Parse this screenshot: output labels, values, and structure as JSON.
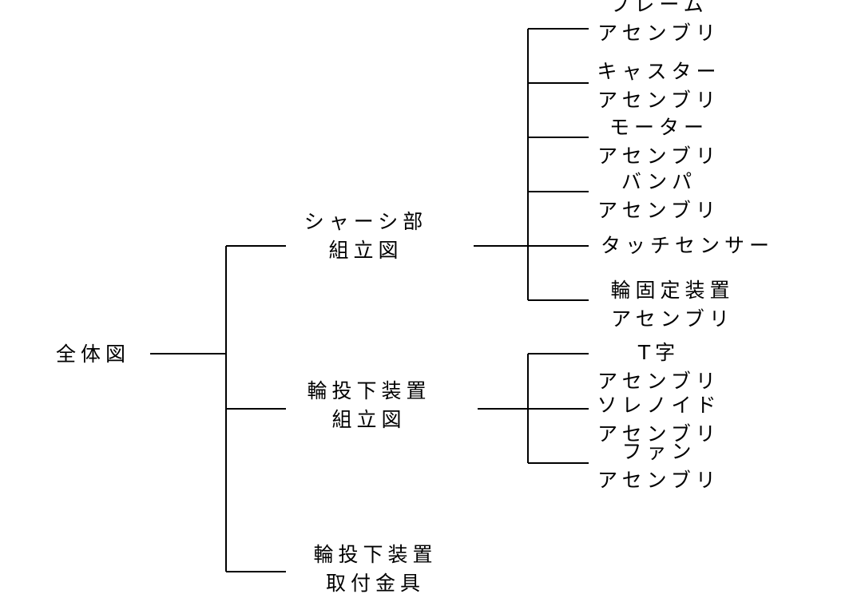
{
  "tree": {
    "root": "全体図",
    "chassis": {
      "line1": "シャーシ部",
      "line2": "組立図"
    },
    "wheel_drop": {
      "line1": "輪投下装置",
      "line2": "組立図"
    },
    "bracket": {
      "line1": "輪投下装置",
      "line2": "取付金具"
    },
    "chassis_children": [
      {
        "line1": "フレーム",
        "line2": "アセンブリ"
      },
      {
        "line1": "キャスター",
        "line2": "アセンブリ"
      },
      {
        "line1": "モーター",
        "line2": "アセンブリ"
      },
      {
        "line1": "バンパ",
        "line2": "アセンブリ"
      },
      {
        "line1": "タッチセンサー"
      },
      {
        "line1": "輪固定装置",
        "line2": "アセンブリ"
      }
    ],
    "wheel_drop_children": [
      {
        "line1": "T字",
        "line2": "アセンブリ"
      },
      {
        "line1": "ソレノイド",
        "line2": "アセンブリ"
      },
      {
        "line1": "ファン",
        "line2": "アセンブリ"
      }
    ]
  }
}
